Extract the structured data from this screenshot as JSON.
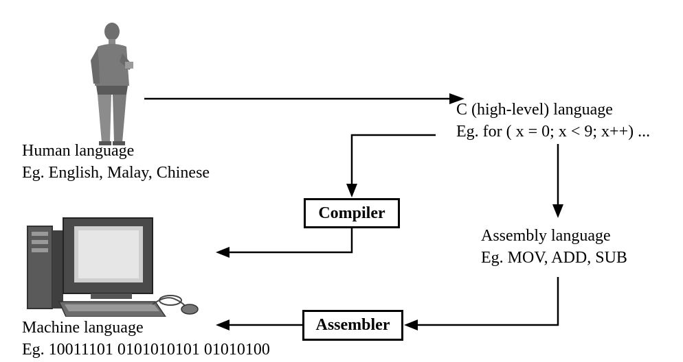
{
  "human": {
    "title": "Human language",
    "example": "Eg. English, Malay, Chinese"
  },
  "c_lang": {
    "title": "C (high-level) language",
    "example": "Eg. for ( x = 0; x < 9; x++) ..."
  },
  "assembly": {
    "title": "Assembly language",
    "example": "Eg. MOV, ADD, SUB"
  },
  "machine": {
    "title": "Machine language",
    "example": "Eg. 10011101 0101010101  01010100"
  },
  "compiler": {
    "label": "Compiler"
  },
  "assembler": {
    "label": "Assembler"
  },
  "icons": {
    "person": "person-icon",
    "computer": "computer-icon"
  }
}
